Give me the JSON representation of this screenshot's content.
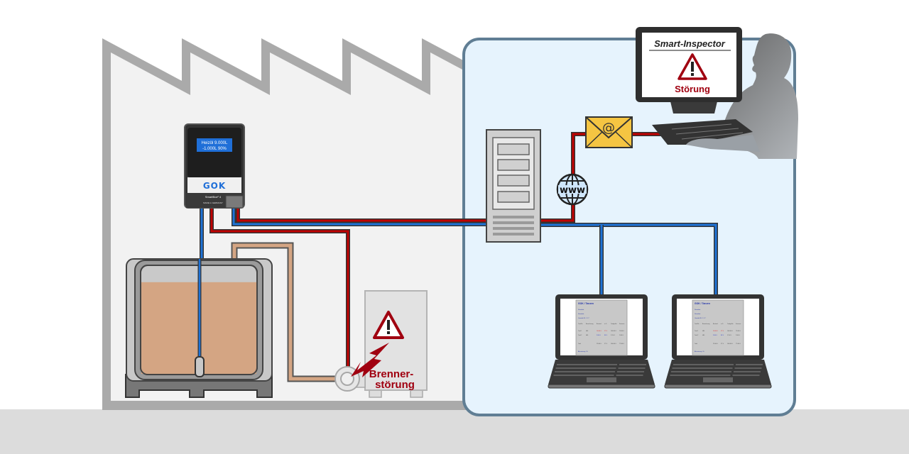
{
  "diagram": {
    "title": "",
    "colors": {
      "signal_red": "#c00000",
      "cable_blue": "#1e73d8",
      "oil_tan": "#d4a583",
      "network_zone_bg": "#e6f3fd",
      "network_zone_border": "#607e94",
      "warning_red": "#a00010",
      "envelope_yellow": "#f5c542",
      "factory_wall": "#aaaaaa",
      "floor": "#dcdcdc"
    },
    "smartbox": {
      "display_line1": "Heizöl  9.000L",
      "display_line2": "-1.000L   90%",
      "brand": "GOK",
      "model": "SmartBox² 4",
      "origin": "MADE in GERMANY"
    },
    "burner": {
      "label_line1": "Brenner-",
      "label_line2": "störung"
    },
    "monitor": {
      "app_title": "Smart-Inspector",
      "status": "Störung"
    },
    "globe": {
      "label": "www"
    },
    "envelope": {
      "symbol": "@"
    },
    "laptops": [
      {
        "screen_title": "GOK / Tanzen",
        "rows": [
          "Standort",
          "Standort",
          "Gerätel-ID:  1.17"
        ],
        "table_header": [
          "Tank-Nr.",
          "Bezeichnung",
          "Bestand",
          "in %",
          "Tankgröße",
          "Freiraum"
        ],
        "table_rows": [
          [
            "Tank 1",
            "HEL",
            "10.000 L",
            "57 %",
            "100.000 L",
            "75.000 L"
          ],
          [
            "Tank 2",
            "HEL",
            "3.000 L",
            "80 %",
            "5.154 L",
            "2.000 L"
          ],
          [
            "Total",
            "",
            "22.000 L",
            "57 %",
            "100.000 L",
            "77.000 L"
          ]
        ],
        "footer": "Alarmierung:  Ok"
      },
      {
        "screen_title": "GOK / Tanzen",
        "rows": [
          "Standort",
          "Standort",
          "Gerätel-ID:  1.17"
        ],
        "table_header": [
          "Tank-Nr.",
          "Bezeichnung",
          "Bestand",
          "in %",
          "Tankgröße",
          "Freiraum"
        ],
        "table_rows": [
          [
            "Tank 1",
            "HEL",
            "10.000 L",
            "57 %",
            "100.000 L",
            "75.000 L"
          ],
          [
            "Tank 2",
            "HEL",
            "3.000 L",
            "80 %",
            "5.154 L",
            "2.000 L"
          ],
          [
            "Total",
            "",
            "22.000 L",
            "57 %",
            "100.000 L",
            "77.000 L"
          ]
        ],
        "footer": "Alarmierung:  Ok"
      }
    ],
    "tank": {
      "fill_level_percent": 85
    }
  }
}
